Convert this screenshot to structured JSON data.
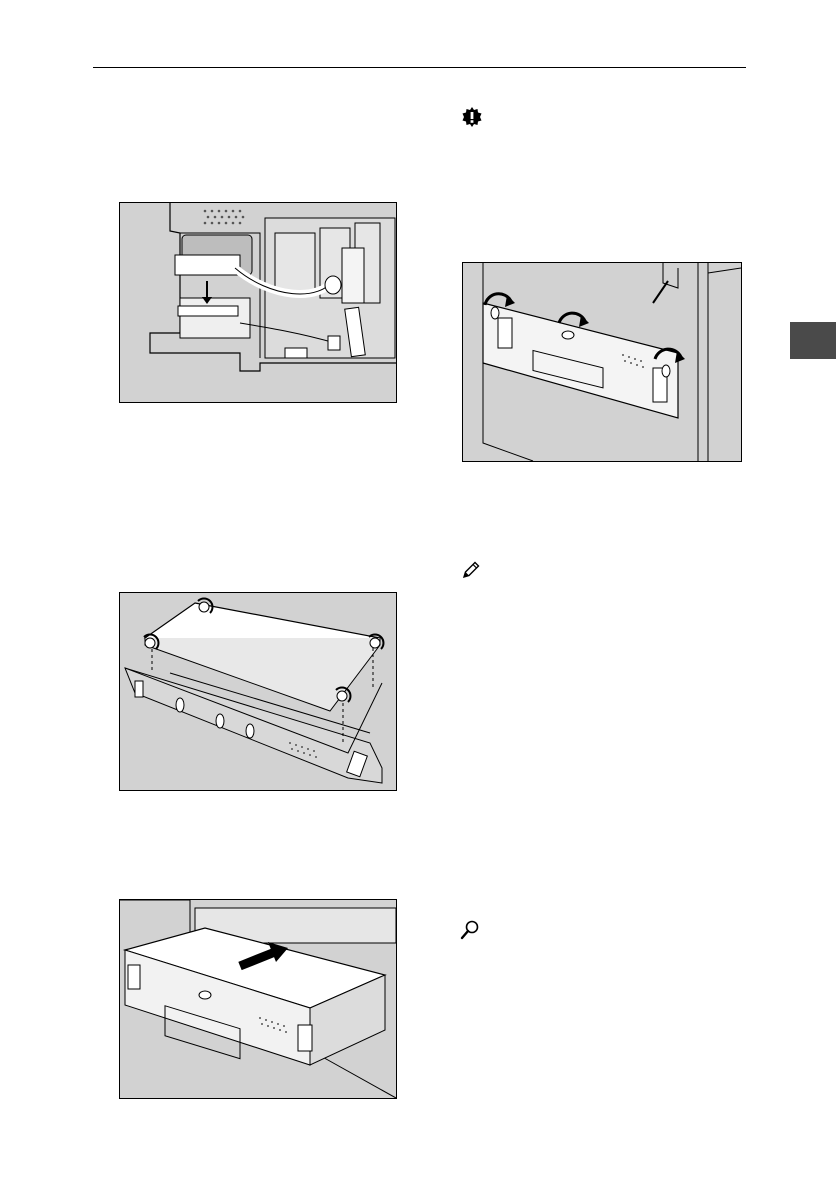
{
  "page": {
    "header_rule": true,
    "chapter_tab_color": "#4a4a4a"
  },
  "icons": {
    "important": "important-icon",
    "note": "note-pencil-icon",
    "reference": "reference-magnifier-icon"
  },
  "figures": [
    {
      "name": "hdd-cable-connection-illustration",
      "description_text": ""
    },
    {
      "name": "hdd-board-screws-illustration",
      "description_text": ""
    },
    {
      "name": "board-insertion-illustration",
      "description_text": ""
    },
    {
      "name": "board-fastening-screws-illustration",
      "description_text": ""
    }
  ],
  "colors": {
    "figure_background": "#d2d2d2",
    "line": "#000000",
    "panel_white": "#ffffff"
  }
}
